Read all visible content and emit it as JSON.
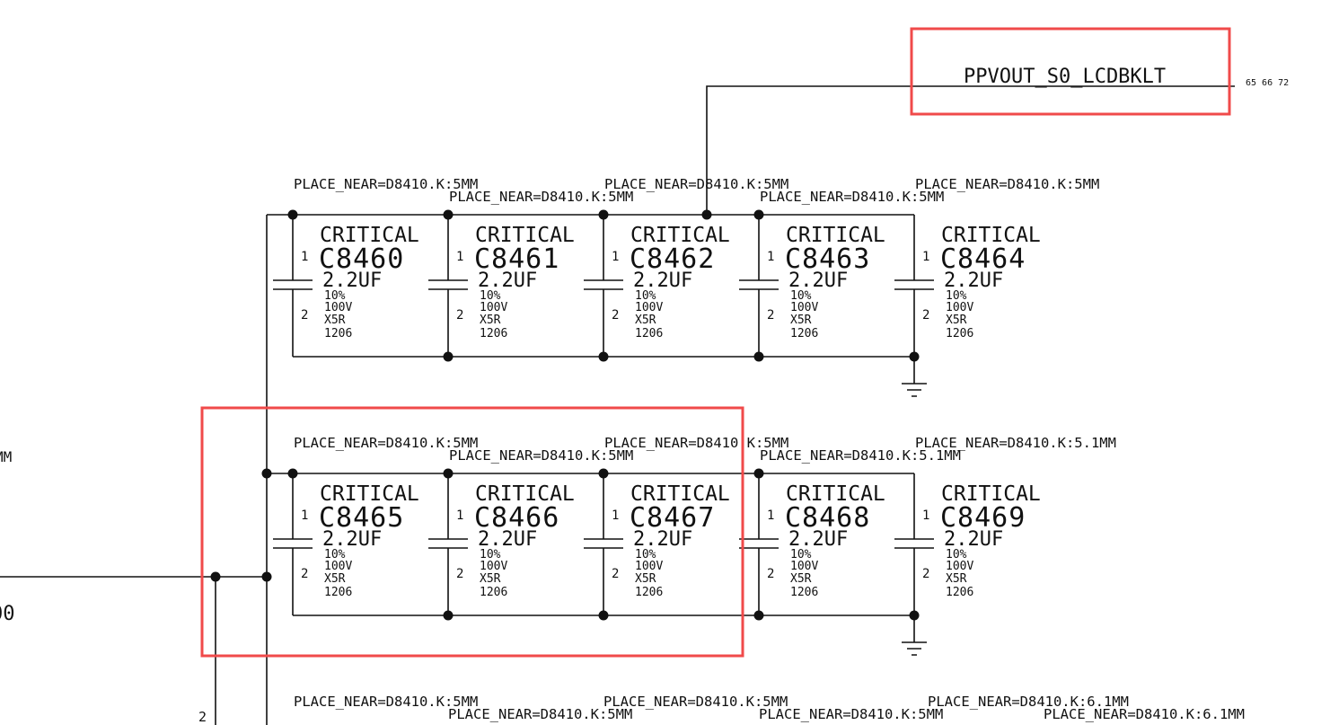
{
  "net": {
    "name": "PPVOUT_S0_LCDBKLT",
    "page_refs": "65 66 72"
  },
  "edge_fragments": {
    "left_top": "MM",
    "left_mid": "00",
    "pin_bottom": "2"
  },
  "rows": [
    {
      "place_labels": [
        "PLACE_NEAR=D8410.K:5MM",
        "PLACE_NEAR=D8410.K:5MM",
        "PLACE_NEAR=D8410.K:5MM",
        "PLACE_NEAR=D8410.K:5MM",
        "PLACE_NEAR=D8410.K:5MM"
      ],
      "caps": [
        {
          "tag": "CRITICAL",
          "ref": "C8460",
          "value": "2.2UF",
          "tol": "10%",
          "volt": "100V",
          "dielectric": "X5R",
          "pkg": "1206",
          "pin1": "1",
          "pin2": "2"
        },
        {
          "tag": "CRITICAL",
          "ref": "C8461",
          "value": "2.2UF",
          "tol": "10%",
          "volt": "100V",
          "dielectric": "X5R",
          "pkg": "1206",
          "pin1": "1",
          "pin2": "2"
        },
        {
          "tag": "CRITICAL",
          "ref": "C8462",
          "value": "2.2UF",
          "tol": "10%",
          "volt": "100V",
          "dielectric": "X5R",
          "pkg": "1206",
          "pin1": "1",
          "pin2": "2"
        },
        {
          "tag": "CRITICAL",
          "ref": "C8463",
          "value": "2.2UF",
          "tol": "10%",
          "volt": "100V",
          "dielectric": "X5R",
          "pkg": "1206",
          "pin1": "1",
          "pin2": "2"
        },
        {
          "tag": "CRITICAL",
          "ref": "C8464",
          "value": "2.2UF",
          "tol": "10%",
          "volt": "100V",
          "dielectric": "X5R",
          "pkg": "1206",
          "pin1": "1",
          "pin2": "2"
        }
      ]
    },
    {
      "place_labels": [
        "PLACE_NEAR=D8410.K:5MM",
        "PLACE_NEAR=D8410.K:5MM",
        "PLACE_NEAR=D8410.K:5MM",
        "PLACE_NEAR=D8410.K:5.1MM",
        "PLACE_NEAR=D8410.K:5.1MM"
      ],
      "caps": [
        {
          "tag": "CRITICAL",
          "ref": "C8465",
          "value": "2.2UF",
          "tol": "10%",
          "volt": "100V",
          "dielectric": "X5R",
          "pkg": "1206",
          "pin1": "1",
          "pin2": "2"
        },
        {
          "tag": "CRITICAL",
          "ref": "C8466",
          "value": "2.2UF",
          "tol": "10%",
          "volt": "100V",
          "dielectric": "X5R",
          "pkg": "1206",
          "pin1": "1",
          "pin2": "2"
        },
        {
          "tag": "CRITICAL",
          "ref": "C8467",
          "value": "2.2UF",
          "tol": "10%",
          "volt": "100V",
          "dielectric": "X5R",
          "pkg": "1206",
          "pin1": "1",
          "pin2": "2"
        },
        {
          "tag": "CRITICAL",
          "ref": "C8468",
          "value": "2.2UF",
          "tol": "10%",
          "volt": "100V",
          "dielectric": "X5R",
          "pkg": "1206",
          "pin1": "1",
          "pin2": "2"
        },
        {
          "tag": "CRITICAL",
          "ref": "C8469",
          "value": "2.2UF",
          "tol": "10%",
          "volt": "100V",
          "dielectric": "X5R",
          "pkg": "1206",
          "pin1": "1",
          "pin2": "2"
        }
      ]
    }
  ],
  "row3_place_labels": [
    "PLACE_NEAR=D8410.K:5MM",
    "PLACE_NEAR=D8410.K:5MM",
    "PLACE_NEAR=D8410.K:5MM",
    "PLACE_NEAR=D8410.K:5MM",
    "PLACE_NEAR=D8410.K:6.1MM",
    "PLACE_NEAR=D8410.K:6.1MM"
  ],
  "highlight_color": "#f04a4a"
}
